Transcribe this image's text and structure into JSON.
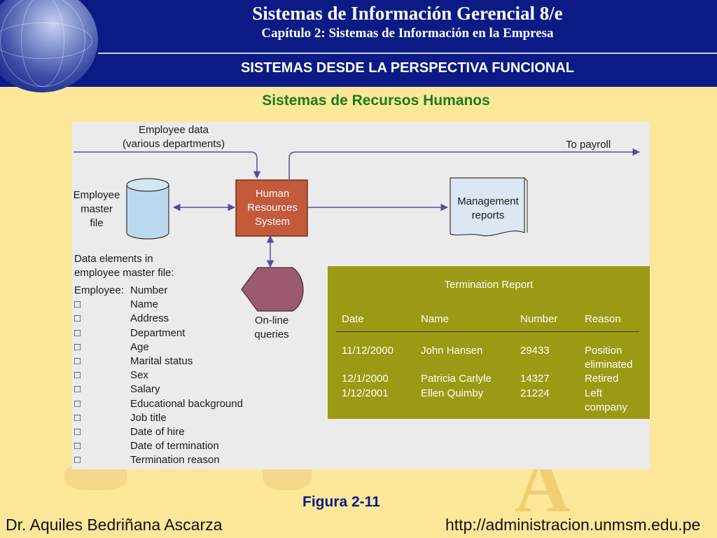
{
  "header": {
    "title": "Sistemas de Información Gerencial 8/e",
    "chapter": "Capítulo 2: Sistemas de Información en la Empresa",
    "section": "SISTEMAS DESDE LA PERSPECTIVA FUNCIONAL"
  },
  "subtitle": "Sistemas de Recursos Humanos",
  "diagram": {
    "employee_data": [
      "Employee data",
      "(various departments)"
    ],
    "to_payroll": "To payroll",
    "master_file": [
      "Employee",
      "master",
      "file"
    ],
    "hr_system": [
      "Human",
      "Resources",
      "System"
    ],
    "management_reports": [
      "Management",
      "reports"
    ],
    "online_queries": [
      "On-line",
      "queries"
    ],
    "data_elements_title": [
      "Data elements in",
      "employee master file:"
    ],
    "employee_prefix": "Employee:",
    "checkbox_glyph": "□",
    "elements": [
      "Number",
      "Name",
      "Address",
      "Department",
      "Age",
      "Marital status",
      "Sex",
      "Salary",
      "Educational background",
      "Job title",
      "Date of hire",
      "Date of termination",
      "Termination reason"
    ]
  },
  "termination_report": {
    "title": "Termination Report",
    "headers": [
      "Date",
      "Name",
      "Number",
      "Reason"
    ],
    "rows": [
      {
        "date": "11/12/2000",
        "name": "John Hansen",
        "number": "29433",
        "reason": [
          "Position",
          "eliminated"
        ]
      },
      {
        "date": "12/1/2000",
        "name": "Patricia Carlyle",
        "number": "14327",
        "reason": [
          "Retired"
        ]
      },
      {
        "date": "1/12/2001",
        "name": "Ellen Quimby",
        "number": "21224",
        "reason": [
          "Left",
          "company"
        ]
      }
    ]
  },
  "figure_label": "Figura 2-11",
  "footer": {
    "author": "Dr. Aquiles Bedriñana Ascarza",
    "url": "http://administracion.unmsm.edu.pe"
  },
  "colors": {
    "background": "#fde89a",
    "header": "#0c1a86",
    "subtitle": "#1b7a1b",
    "hr_box": "#c35a3a",
    "cylinder": "#bcd8ee",
    "query_shape": "#9b5a6e",
    "report_panel": "#9b9a14",
    "arrow": "#5a4a9a"
  }
}
